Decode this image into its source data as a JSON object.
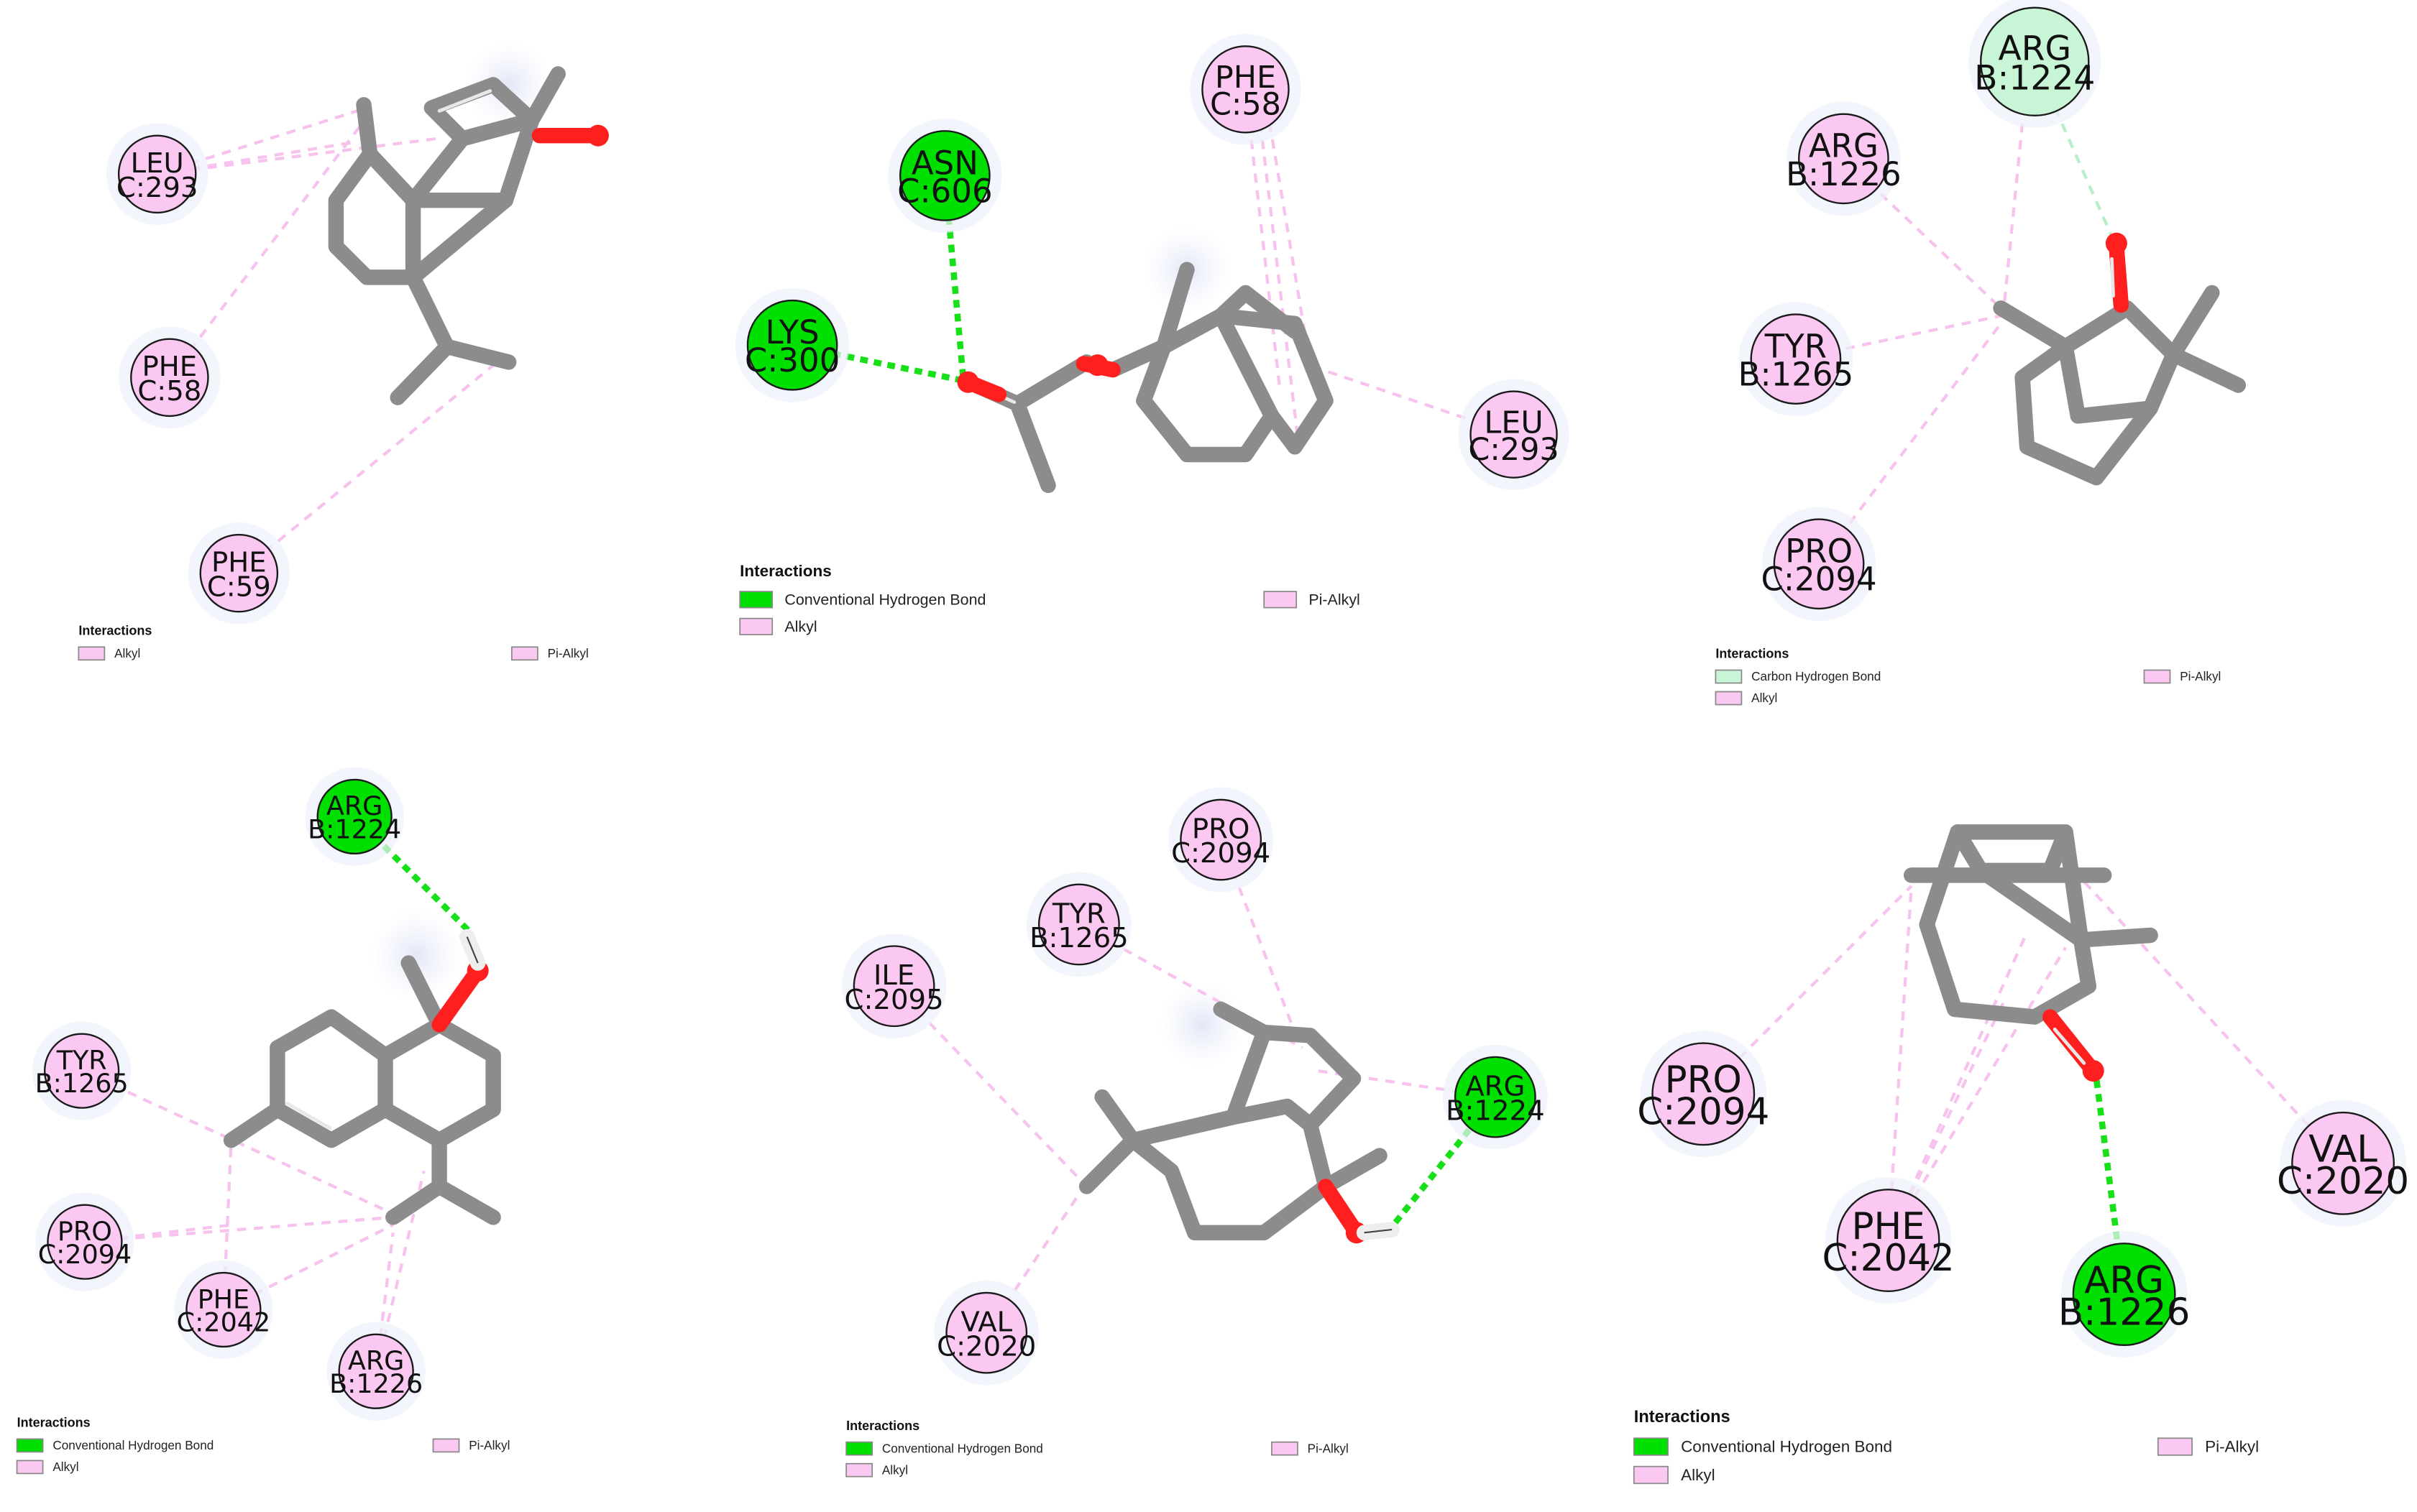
{
  "colors": {
    "conventional_hbond": "#00e000",
    "carbon_hbond": "#c8f5d6",
    "alkyl": "#fac8f0",
    "pi_alkyl": "#fac8f0",
    "bond": "#8c8c8c",
    "oxygen": "#ff1f1f",
    "hydrogen": "#ffffff"
  },
  "panels": [
    {
      "legend": {
        "title": "Interactions",
        "items": [
          {
            "label": "Alkyl",
            "color": "#fac8f0"
          },
          {
            "label": "Pi-Alkyl",
            "color": "#fac8f0"
          }
        ]
      },
      "residues": [
        {
          "name": "LEU",
          "id": "C:293",
          "type": "alkyl"
        },
        {
          "name": "PHE",
          "id": "C:58",
          "type": "alkyl"
        },
        {
          "name": "PHE",
          "id": "C:59",
          "type": "alkyl"
        }
      ]
    },
    {
      "legend": {
        "title": "Interactions",
        "items": [
          {
            "label": "Conventional Hydrogen Bond",
            "color": "#00e000"
          },
          {
            "label": "Pi-Alkyl",
            "color": "#fac8f0"
          },
          {
            "label": "Alkyl",
            "color": "#fac8f0"
          }
        ]
      },
      "residues": [
        {
          "name": "PHE",
          "id": "C:58",
          "type": "alkyl"
        },
        {
          "name": "ASN",
          "id": "C:606",
          "type": "conventional_hbond"
        },
        {
          "name": "LYS",
          "id": "C:300",
          "type": "conventional_hbond"
        },
        {
          "name": "LEU",
          "id": "C:293",
          "type": "alkyl"
        }
      ]
    },
    {
      "legend": {
        "title": "Interactions",
        "items": [
          {
            "label": "Carbon Hydrogen Bond",
            "color": "#c8f5d6"
          },
          {
            "label": "Pi-Alkyl",
            "color": "#fac8f0"
          },
          {
            "label": "Alkyl",
            "color": "#fac8f0"
          }
        ]
      },
      "residues": [
        {
          "name": "ARG",
          "id": "B:1224",
          "type": "carbon_hbond"
        },
        {
          "name": "ARG",
          "id": "B:1226",
          "type": "alkyl"
        },
        {
          "name": "TYR",
          "id": "B:1265",
          "type": "alkyl"
        },
        {
          "name": "PRO",
          "id": "C:2094",
          "type": "alkyl"
        }
      ]
    },
    {
      "legend": {
        "title": "Interactions",
        "items": [
          {
            "label": "Conventional Hydrogen Bond",
            "color": "#00e000"
          },
          {
            "label": "Pi-Alkyl",
            "color": "#fac8f0"
          },
          {
            "label": "Alkyl",
            "color": "#fac8f0"
          }
        ]
      },
      "residues": [
        {
          "name": "ARG",
          "id": "B:1224",
          "type": "conventional_hbond"
        },
        {
          "name": "TYR",
          "id": "B:1265",
          "type": "alkyl"
        },
        {
          "name": "PRO",
          "id": "C:2094",
          "type": "alkyl"
        },
        {
          "name": "PHE",
          "id": "C:2042",
          "type": "alkyl"
        },
        {
          "name": "ARG",
          "id": "B:1226",
          "type": "alkyl"
        }
      ]
    },
    {
      "legend": {
        "title": "Interactions",
        "items": [
          {
            "label": "Conventional Hydrogen Bond",
            "color": "#00e000"
          },
          {
            "label": "Pi-Alkyl",
            "color": "#fac8f0"
          },
          {
            "label": "Alkyl",
            "color": "#fac8f0"
          }
        ]
      },
      "residues": [
        {
          "name": "PRO",
          "id": "C:2094",
          "type": "alkyl"
        },
        {
          "name": "TYR",
          "id": "B:1265",
          "type": "alkyl"
        },
        {
          "name": "ILE",
          "id": "C:2095",
          "type": "alkyl"
        },
        {
          "name": "ARG",
          "id": "B:1224",
          "type": "conventional_hbond"
        },
        {
          "name": "VAL",
          "id": "C:2020",
          "type": "alkyl"
        }
      ]
    },
    {
      "legend": {
        "title": "Interactions",
        "items": [
          {
            "label": "Conventional Hydrogen Bond",
            "color": "#00e000"
          },
          {
            "label": "Pi-Alkyl",
            "color": "#fac8f0"
          },
          {
            "label": "Alkyl",
            "color": "#fac8f0"
          }
        ]
      },
      "residues": [
        {
          "name": "PRO",
          "id": "C:2094",
          "type": "alkyl"
        },
        {
          "name": "VAL",
          "id": "C:2020",
          "type": "alkyl"
        },
        {
          "name": "PHE",
          "id": "C:2042",
          "type": "alkyl"
        },
        {
          "name": "ARG",
          "id": "B:1226",
          "type": "conventional_hbond"
        }
      ]
    }
  ]
}
